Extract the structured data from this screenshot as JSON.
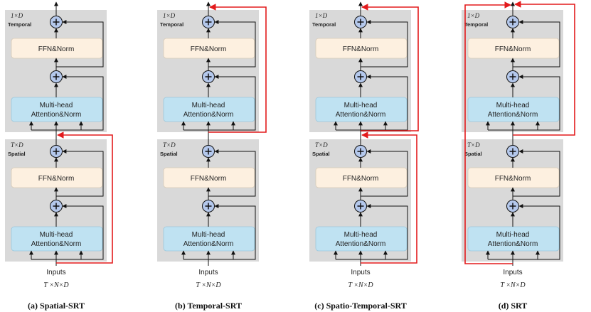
{
  "panels": [
    {
      "caption": "(a) Spatial-SRT",
      "temporal": {
        "dim": "1×D",
        "label": "Temporal"
      },
      "spatial": {
        "dim": "T×D",
        "label": "Spatial"
      },
      "ffn_label": "FFN&Norm",
      "attn_label_1": "Multi-head",
      "attn_label_2": "Attention&Norm",
      "inputs_label": "Inputs",
      "inputs_dim": "T ×N×D",
      "skip": "spatial"
    },
    {
      "caption": "(b) Temporal-SRT",
      "temporal": {
        "dim": "1×D",
        "label": "Temporal"
      },
      "spatial": {
        "dim": "T×D",
        "label": "Spatial"
      },
      "ffn_label": "FFN&Norm",
      "attn_label_1": "Multi-head",
      "attn_label_2": "Attention&Norm",
      "inputs_label": "Inputs",
      "inputs_dim": "T ×N×D",
      "skip": "temporal"
    },
    {
      "caption": "(c) Spatio-Temporal-SRT",
      "temporal": {
        "dim": "1×D",
        "label": "Temporal"
      },
      "spatial": {
        "dim": "T×D",
        "label": "Spatial"
      },
      "ffn_label": "FFN&Norm",
      "attn_label_1": "Multi-head",
      "attn_label_2": "Attention&Norm",
      "inputs_label": "Inputs",
      "inputs_dim": "T ×N×D",
      "skip": "both"
    },
    {
      "caption": "(d) SRT",
      "temporal": {
        "dim": "1×D",
        "label": "Temporal"
      },
      "spatial": {
        "dim": "T×D",
        "label": "Spatial"
      },
      "ffn_label": "FFN&Norm",
      "attn_label_1": "Multi-head",
      "attn_label_2": "Attention&Norm",
      "inputs_label": "Inputs",
      "inputs_dim": "T ×N×D",
      "skip": "outer"
    }
  ],
  "colors": {
    "block_bg": "#d9d9d9",
    "ffn_fill": "#fdf0e0",
    "attn_fill": "#bfe2f2",
    "plus_fill": "#b4c8ec",
    "skip_red": "#e31a1c"
  }
}
